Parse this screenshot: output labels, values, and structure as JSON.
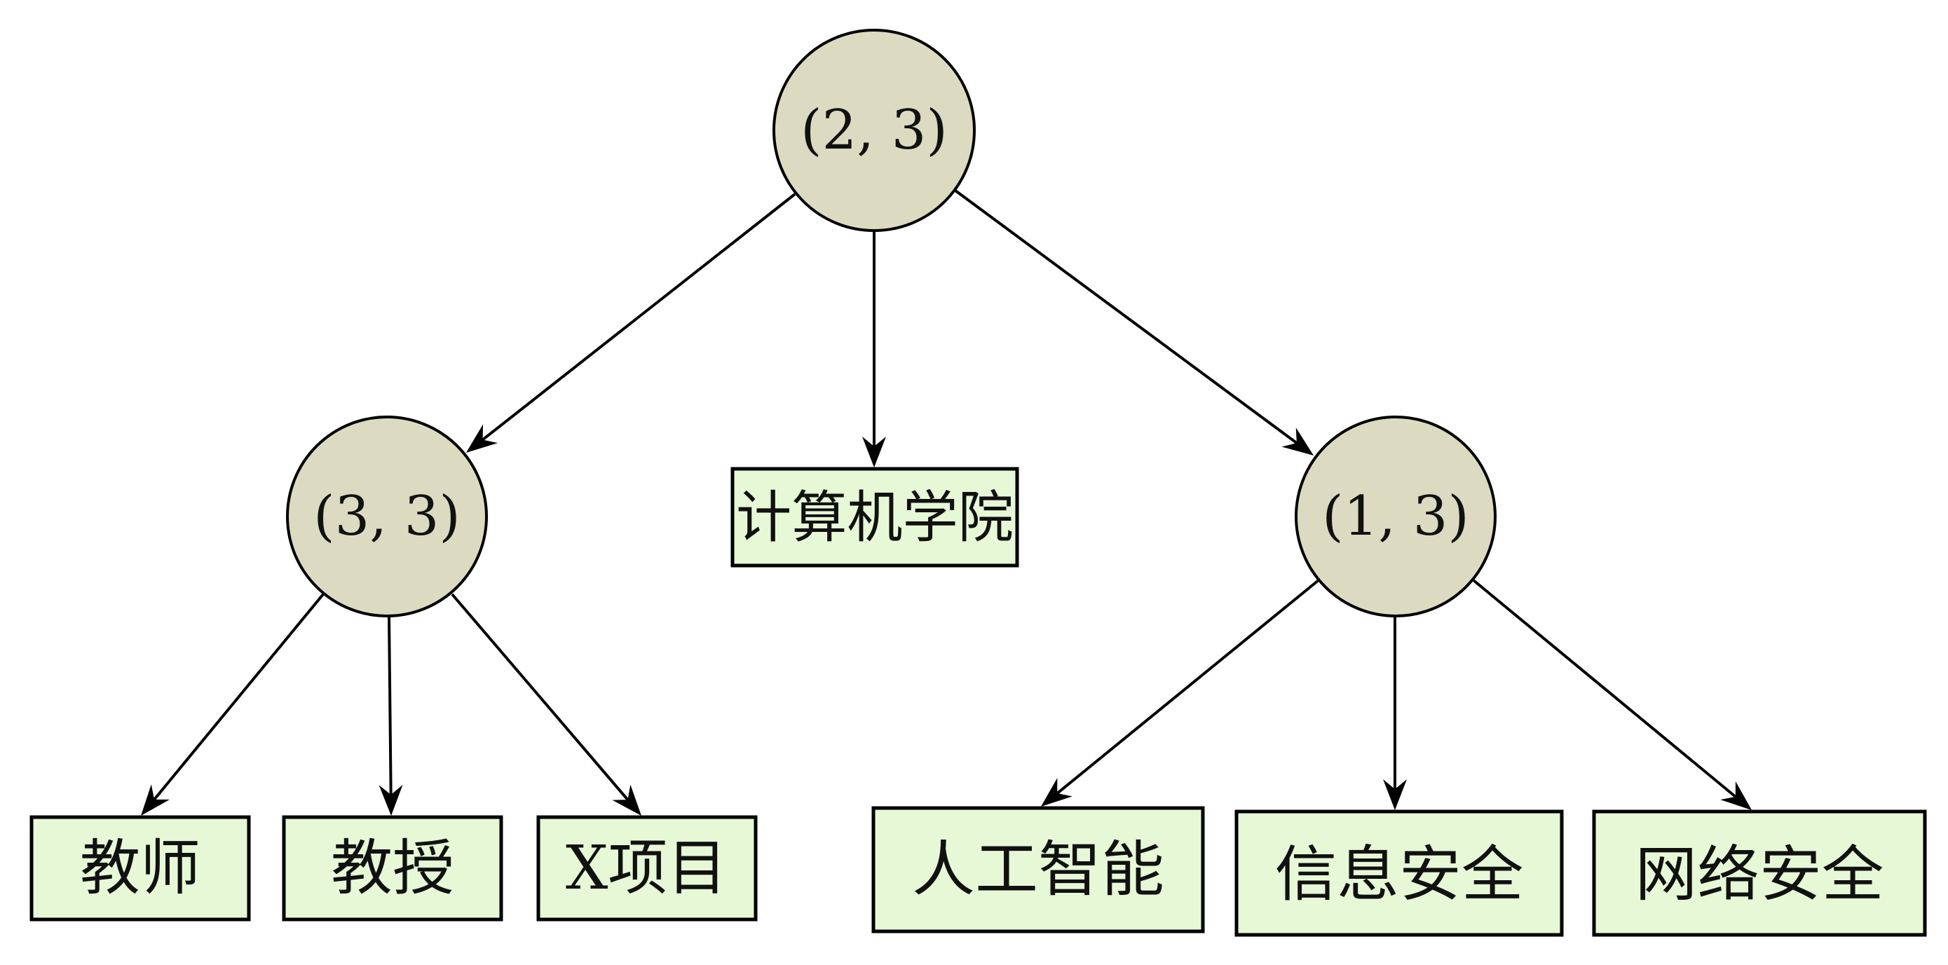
{
  "title": "",
  "colors": {
    "internal_node_fill": "#DCDAC1",
    "leaf_node_fill": "#E6F8D6",
    "stroke": "#000000"
  },
  "nodes": [
    {
      "id": "root",
      "type": "circle",
      "label": "(2, 3)"
    },
    {
      "id": "n33",
      "type": "circle",
      "label": "(3, 3)"
    },
    {
      "id": "college",
      "type": "box",
      "label": "计算机学院"
    },
    {
      "id": "n13",
      "type": "circle",
      "label": "(1, 3)"
    },
    {
      "id": "teacher",
      "type": "box",
      "label": "教师"
    },
    {
      "id": "professor",
      "type": "box",
      "label": "教授"
    },
    {
      "id": "xproject",
      "type": "box",
      "label": "X项目"
    },
    {
      "id": "ai",
      "type": "box",
      "label": "人工智能"
    },
    {
      "id": "infosec",
      "type": "box",
      "label": "信息安全"
    },
    {
      "id": "netsec",
      "type": "box",
      "label": "网络安全"
    }
  ],
  "edges": [
    {
      "from": "root",
      "to": "n33"
    },
    {
      "from": "root",
      "to": "college"
    },
    {
      "from": "root",
      "to": "n13"
    },
    {
      "from": "n33",
      "to": "teacher"
    },
    {
      "from": "n33",
      "to": "professor"
    },
    {
      "from": "n33",
      "to": "xproject"
    },
    {
      "from": "n13",
      "to": "ai"
    },
    {
      "from": "n13",
      "to": "infosec"
    },
    {
      "from": "n13",
      "to": "netsec"
    }
  ]
}
